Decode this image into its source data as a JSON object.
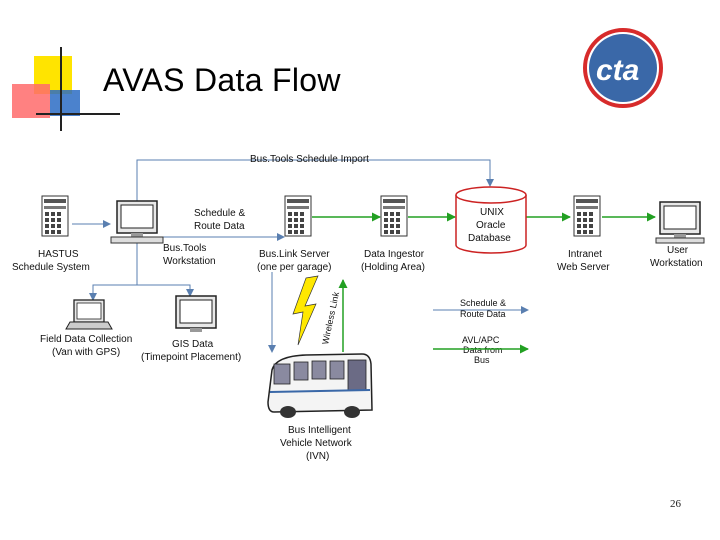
{
  "slide": {
    "title": "AVAS Data Flow",
    "page_number": "26"
  },
  "logo": {
    "text": "cta"
  },
  "colors": {
    "schedule_route_arrow": "#5a7fb0",
    "avl_apc_arrow": "#22a022",
    "database_outline": "#cc2222",
    "wireless_bolt": "#ffe800",
    "logo_fill": "#3a68a8",
    "logo_ring": "#d72b2b"
  },
  "flows": {
    "top_import": "Bus.Tools Schedule Import",
    "schedule_route_data": [
      "Schedule &",
      "Route Data"
    ],
    "wireless_link": "Wireless Link"
  },
  "nodes": {
    "hastus": [
      "HASTUS",
      "Schedule System"
    ],
    "bustools": [
      "Bus.Tools",
      "Workstation"
    ],
    "buslink": [
      "Bus.Link Server",
      "(one per garage)"
    ],
    "ingestor": [
      "Data Ingestor",
      "(Holding Area)"
    ],
    "database": [
      "UNIX",
      "Oracle",
      "Database"
    ],
    "intranet": [
      "Intranet",
      "Web Server"
    ],
    "user": [
      "User",
      "Workstation"
    ],
    "field": [
      "Field Data Collection",
      "(Van with GPS)"
    ],
    "gis": [
      "GIS Data",
      "(Timepoint Placement)"
    ],
    "bus": [
      "Bus Intelligent",
      "Vehicle Network",
      "(IVN)"
    ]
  },
  "legend": {
    "schedule": [
      "Schedule &",
      "Route Data"
    ],
    "avl": [
      "AVL/APC",
      "Data from",
      "Bus"
    ]
  }
}
